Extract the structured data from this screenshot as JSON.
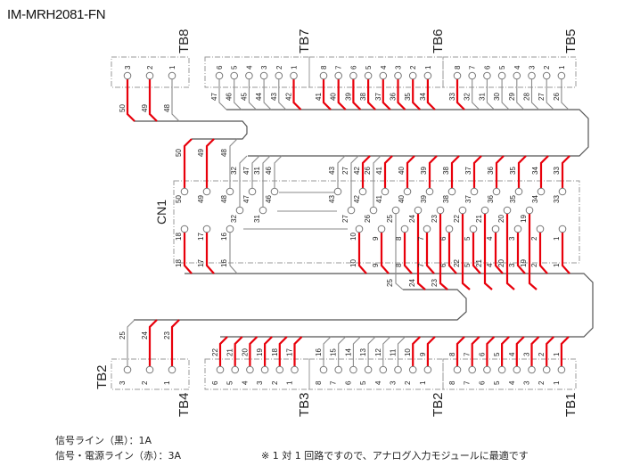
{
  "title": "IM-MRH2081-FN",
  "notes": [
    "信号ライン（黒）：1A",
    "信号・電源ライン（赤）：3A"
  ],
  "footnote": "※ 1 対 1 回路ですので、アナログ入力モジュールに最適です",
  "colors": {
    "power_line": "#e8000b",
    "signal_line": "#8a8a8a",
    "bus": "#555555"
  },
  "top_blocks": [
    {
      "name": "TB8",
      "pins": [
        {
          "pin": "3",
          "wire": "50",
          "red": true
        },
        {
          "pin": "2",
          "wire": "49",
          "red": true
        },
        {
          "pin": "1",
          "wire": "48",
          "red": false
        }
      ]
    },
    {
      "name": "TB7",
      "pins": [
        {
          "pin": "6",
          "wire": "47",
          "red": false
        },
        {
          "pin": "5",
          "wire": "46",
          "red": false
        },
        {
          "pin": "4",
          "wire": "45",
          "red": false
        },
        {
          "pin": "3",
          "wire": "44",
          "red": false
        },
        {
          "pin": "2",
          "wire": "43",
          "red": false
        },
        {
          "pin": "1",
          "wire": "42",
          "red": true
        }
      ]
    },
    {
      "name": "TB6",
      "pins": [
        {
          "pin": "8",
          "wire": "41",
          "red": true
        },
        {
          "pin": "7",
          "wire": "40",
          "red": true
        },
        {
          "pin": "6",
          "wire": "39",
          "red": true
        },
        {
          "pin": "5",
          "wire": "38",
          "red": true
        },
        {
          "pin": "4",
          "wire": "37",
          "red": true
        },
        {
          "pin": "3",
          "wire": "36",
          "red": true
        },
        {
          "pin": "2",
          "wire": "35",
          "red": true
        },
        {
          "pin": "1",
          "wire": "34",
          "red": true
        }
      ]
    },
    {
      "name": "TB5",
      "pins": [
        {
          "pin": "8",
          "wire": "33",
          "red": true
        },
        {
          "pin": "7",
          "wire": "32",
          "red": false
        },
        {
          "pin": "6",
          "wire": "31",
          "red": false
        },
        {
          "pin": "5",
          "wire": "30",
          "red": false
        },
        {
          "pin": "4",
          "wire": "29",
          "red": false
        },
        {
          "pin": "3",
          "wire": "28",
          "red": false
        },
        {
          "pin": "2",
          "wire": "27",
          "red": false
        },
        {
          "pin": "1",
          "wire": "26",
          "red": false
        }
      ]
    }
  ],
  "cn1": {
    "label": "CN1",
    "row_a": [
      {
        "n": "50",
        "red": true
      },
      {
        "n": "49",
        "red": true
      },
      {
        "n": "48",
        "red": false
      },
      {
        "n": "47",
        "red": false
      },
      {
        "n": "46",
        "red": false
      },
      {
        "n": "43",
        "red": false
      },
      {
        "n": "42",
        "red": true
      },
      {
        "n": "41",
        "red": true
      },
      {
        "n": "40",
        "red": true
      },
      {
        "n": "39",
        "red": true
      },
      {
        "n": "38",
        "red": true
      },
      {
        "n": "37",
        "red": true
      },
      {
        "n": "36",
        "red": true
      },
      {
        "n": "35",
        "red": true
      },
      {
        "n": "34",
        "red": true
      },
      {
        "n": "33",
        "red": true
      }
    ],
    "row_b": [
      {
        "n": "32",
        "red": false
      },
      {
        "n": "31",
        "red": false
      },
      {
        "n": "27",
        "red": false
      },
      {
        "n": "26",
        "red": false
      },
      {
        "n": "25",
        "red": false
      },
      {
        "n": "24",
        "red": true
      },
      {
        "n": "23",
        "red": true
      },
      {
        "n": "22",
        "red": true
      },
      {
        "n": "21",
        "red": true
      },
      {
        "n": "20",
        "red": true
      },
      {
        "n": "19",
        "red": true
      }
    ],
    "row_c": [
      {
        "n": "18",
        "red": true
      },
      {
        "n": "17",
        "red": true
      },
      {
        "n": "16",
        "red": false
      },
      {
        "n": "10",
        "red": true
      },
      {
        "n": "9",
        "red": true
      },
      {
        "n": "8",
        "red": true
      },
      {
        "n": "7",
        "red": true
      },
      {
        "n": "6",
        "red": true
      },
      {
        "n": "5",
        "red": true
      },
      {
        "n": "4",
        "red": true
      },
      {
        "n": "3",
        "red": true
      },
      {
        "n": "2",
        "red": true
      },
      {
        "n": "1",
        "red": true
      }
    ]
  },
  "bottom_blocks": [
    {
      "name": "TB4",
      "side_label": "TB2",
      "pins": [
        {
          "pin": "3",
          "wire": "25",
          "red": false
        },
        {
          "pin": "2",
          "wire": "24",
          "red": true
        },
        {
          "pin": "1",
          "wire": "23",
          "red": true
        }
      ]
    },
    {
      "name": "TB3",
      "pins": [
        {
          "pin": "6",
          "wire": "22",
          "red": true
        },
        {
          "pin": "5",
          "wire": "21",
          "red": true
        },
        {
          "pin": "4",
          "wire": "20",
          "red": true
        },
        {
          "pin": "3",
          "wire": "19",
          "red": true
        },
        {
          "pin": "2",
          "wire": "18",
          "red": true
        },
        {
          "pin": "1",
          "wire": "17",
          "red": true
        }
      ]
    },
    {
      "name": "TB2",
      "pins": [
        {
          "pin": "8",
          "wire": "16",
          "red": false
        },
        {
          "pin": "7",
          "wire": "15",
          "red": false
        },
        {
          "pin": "6",
          "wire": "14",
          "red": false
        },
        {
          "pin": "5",
          "wire": "13",
          "red": false
        },
        {
          "pin": "4",
          "wire": "12",
          "red": false
        },
        {
          "pin": "3",
          "wire": "11",
          "red": false
        },
        {
          "pin": "2",
          "wire": "10",
          "red": true
        },
        {
          "pin": "1",
          "wire": "9",
          "red": true
        }
      ]
    },
    {
      "name": "TB1",
      "pins": [
        {
          "pin": "8",
          "wire": "8",
          "red": true
        },
        {
          "pin": "7",
          "wire": "7",
          "red": true
        },
        {
          "pin": "6",
          "wire": "6",
          "red": true
        },
        {
          "pin": "5",
          "wire": "5",
          "red": true
        },
        {
          "pin": "4",
          "wire": "4",
          "red": true
        },
        {
          "pin": "3",
          "wire": "3",
          "red": true
        },
        {
          "pin": "2",
          "wire": "2",
          "red": true
        },
        {
          "pin": "1",
          "wire": "1",
          "red": true
        }
      ]
    }
  ]
}
